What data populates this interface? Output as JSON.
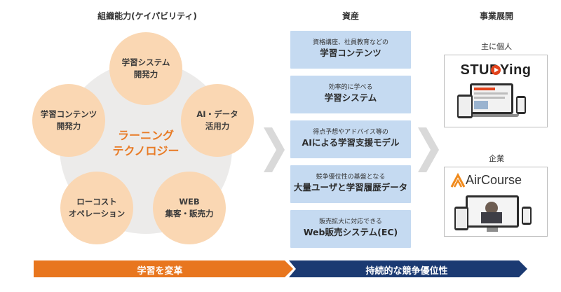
{
  "headers": {
    "capabilities": "組織能力(ケイパビリティ)",
    "assets": "資産",
    "business": "事業展開"
  },
  "capabilities": {
    "center_line1": "ラーニング",
    "center_line2": "テクノロジー",
    "items": [
      {
        "line1": "学習システム",
        "line2": "開発力"
      },
      {
        "line1": "AI・データ",
        "line2": "活用力"
      },
      {
        "line1": "WEB",
        "line2": "集客・販売力"
      },
      {
        "line1": "ローコスト",
        "line2": "オペレーション"
      },
      {
        "line1": "学習コンテンツ",
        "line2": "開発力"
      }
    ]
  },
  "assets": [
    {
      "small": "資格講座、社員教育などの",
      "large": "学習コンテンツ"
    },
    {
      "small": "効率的に学べる",
      "large": "学習システム"
    },
    {
      "small": "得点予想やアドバイス等の",
      "large": "AIによる学習支援モデル"
    },
    {
      "small": "競争優位性の基盤となる",
      "large": "大量ユーザと学習履歴データ"
    },
    {
      "small": "販売拡大に対応できる",
      "large": "Web販売システム(EC)"
    }
  ],
  "business": {
    "individual_label": "主に個人",
    "individual_brand": "STUDYing",
    "corporate_label": "企業",
    "corporate_brand": "AirCourse"
  },
  "bars": {
    "left": "学習を変革",
    "right": "持続的な競争優位性"
  },
  "colors": {
    "orange": "#e8761e",
    "navy": "#1b3a72",
    "peach": "#fad7b3",
    "light_blue": "#c5daf1",
    "chevron_gray": "#d9d9d9"
  }
}
